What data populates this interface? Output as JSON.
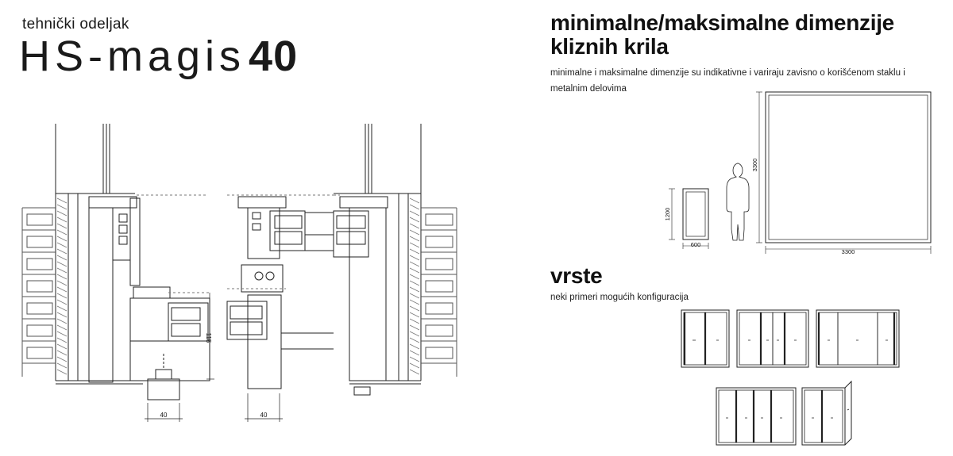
{
  "header": {
    "subtitle": "tehnički odeljak",
    "brand_name": "HS-magis",
    "brand_number": "40"
  },
  "dimensions_section": {
    "title": "minimalne/maksimalne dimenzije kliznih krila",
    "description": "minimalne i maksimalne dimenzije su  indikativne i variraju zavisno o korišćenom staklu i metalnim delovima",
    "min_width": "600",
    "min_height": "1200",
    "max_width": "3300",
    "max_height": "3300"
  },
  "types_section": {
    "title": "vrste",
    "description": "neki primeri mogućih konfiguracija"
  },
  "section_drawings": {
    "dim_40_left": "40",
    "dim_40_center": "40",
    "dim_115": "115"
  }
}
